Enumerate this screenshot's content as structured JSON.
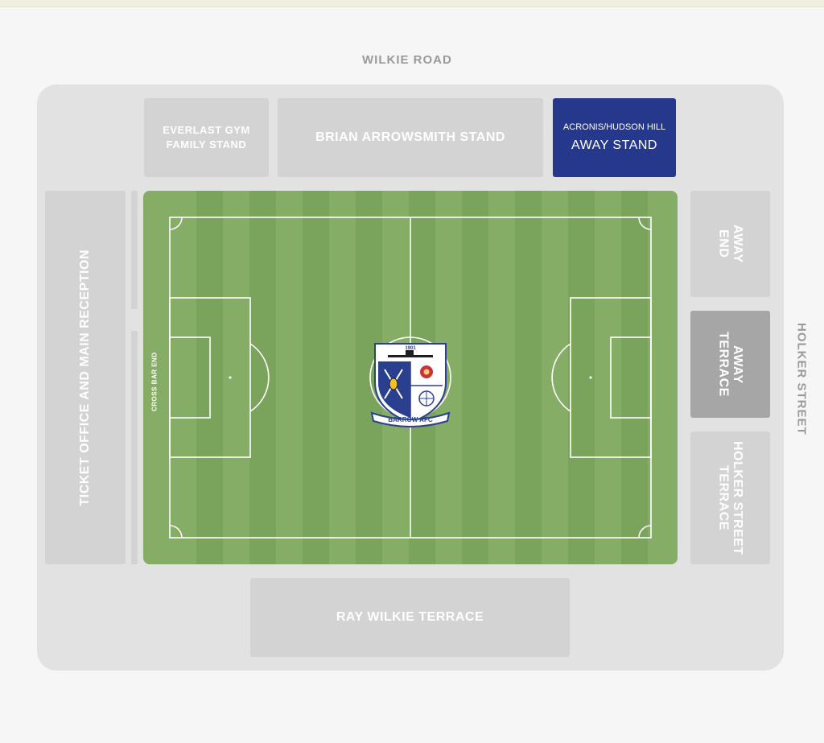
{
  "streets": {
    "north": "WILKIE ROAD",
    "east": "HOLKER STREET"
  },
  "stands": {
    "family": {
      "line1": "EVERLAST GYM",
      "line2": "FAMILY STAND"
    },
    "main_north": "BRIAN ARROWSMITH STAND",
    "away_stand": {
      "line1": "ACRONIS/HUDSON HILL",
      "line2": "AWAY STAND"
    },
    "west": "TICKET OFFICE AND MAIN RECEPTION",
    "crossbar": "CROSS BAR END",
    "away_end": {
      "line1": "AWAY",
      "line2": "END"
    },
    "away_terrace": {
      "line1": "AWAY",
      "line2": "TERRACE"
    },
    "holker_terrace": {
      "line1": "HOLKER STREET",
      "line2": "TERRACE"
    },
    "south": "RAY WILKIE TERRACE"
  },
  "crest": {
    "year": "1901",
    "name": "BARROW AFC"
  },
  "colors": {
    "away_highlight": "#25388b",
    "stand_default": "#d3d3d3",
    "away_terrace": "#a6a6a6",
    "pitch_light": "#86ad66",
    "pitch_dark": "#7aa35b",
    "crest_navy": "#2b3f8f"
  }
}
